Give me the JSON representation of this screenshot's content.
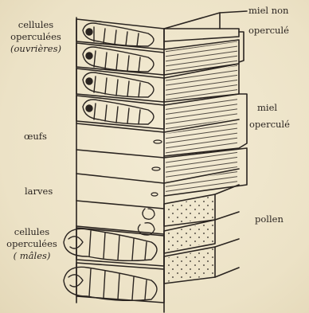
{
  "labels": {
    "cellules_operculees_ouvrieres": {
      "line1": "cellules",
      "line2": "operculées",
      "line3": "(ouvrières)"
    },
    "oeufs": "œufs",
    "larves": "larves",
    "cellules_operculees_males": {
      "line1": "cellules",
      "line2": "operculées",
      "line3": "( mâles)"
    },
    "miel_non_opercule": {
      "line1": "miel non",
      "line2": "operculé"
    },
    "miel_opercule": {
      "line1": "miel",
      "line2": "operculé"
    },
    "pollen": "pollen"
  },
  "colors": {
    "ink": "#2a2420",
    "paper": "#efe6cc"
  }
}
